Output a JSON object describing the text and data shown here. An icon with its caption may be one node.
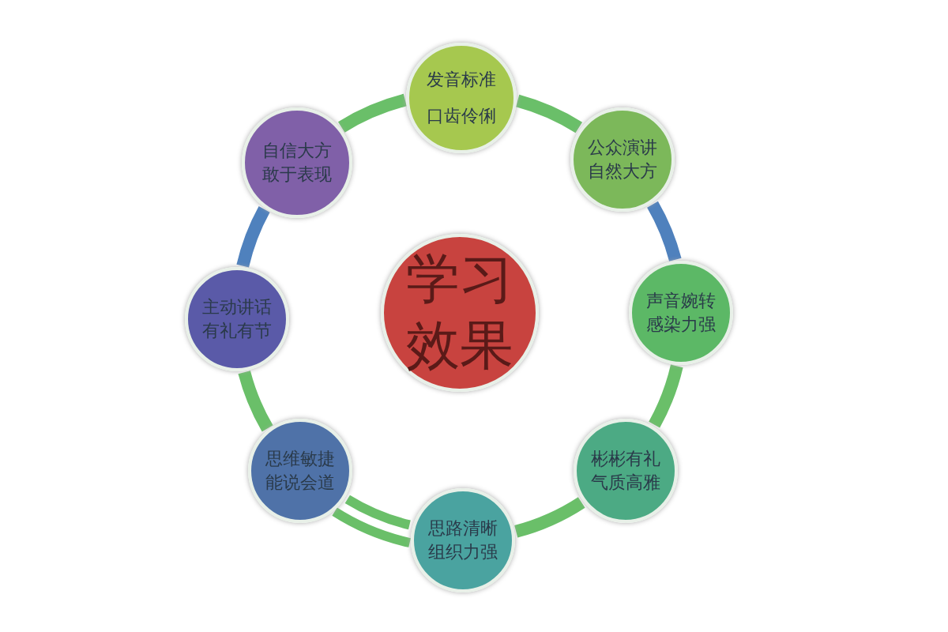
{
  "diagram": {
    "nodes": [
      {
        "text": [
          "学习效果"
        ]
      },
      {
        "text": [
          "发音标准",
          "口齿伶俐"
        ]
      },
      {
        "text": [
          "公众演讲",
          "自然大方"
        ]
      },
      {
        "text": [
          "声音婉转",
          "感染力强"
        ]
      },
      {
        "text": [
          "彬彬有礼",
          "气质高雅"
        ]
      },
      {
        "text": [
          "思路清晰",
          "组织力强"
        ]
      },
      {
        "text": [
          "思维敏捷",
          "能说会道"
        ]
      },
      {
        "text": [
          "主动讲话",
          "有礼有节"
        ]
      },
      {
        "text": [
          "自信大方",
          "敢于表现"
        ]
      }
    ],
    "edges": [
      {
        "from": 8,
        "to": 1,
        "arrow": "none"
      },
      {
        "from": 1,
        "to": 2,
        "arrow": "none"
      },
      {
        "from": 2,
        "to": 3,
        "arrow": "none",
        "color": "#4f81bd"
      },
      {
        "from": 3,
        "to": 4,
        "arrow": "none"
      },
      {
        "from": 4,
        "to": 5,
        "arrow": "none"
      },
      {
        "from": 5,
        "to": 6,
        "arrow": "none"
      },
      {
        "from": 5,
        "to": 6,
        "arrow": "none"
      },
      {
        "from": 6,
        "to": 7,
        "arrow": "none"
      },
      {
        "from": 7,
        "to": 8,
        "arrow": "none",
        "color": "#4f81bd"
      }
    ]
  }
}
